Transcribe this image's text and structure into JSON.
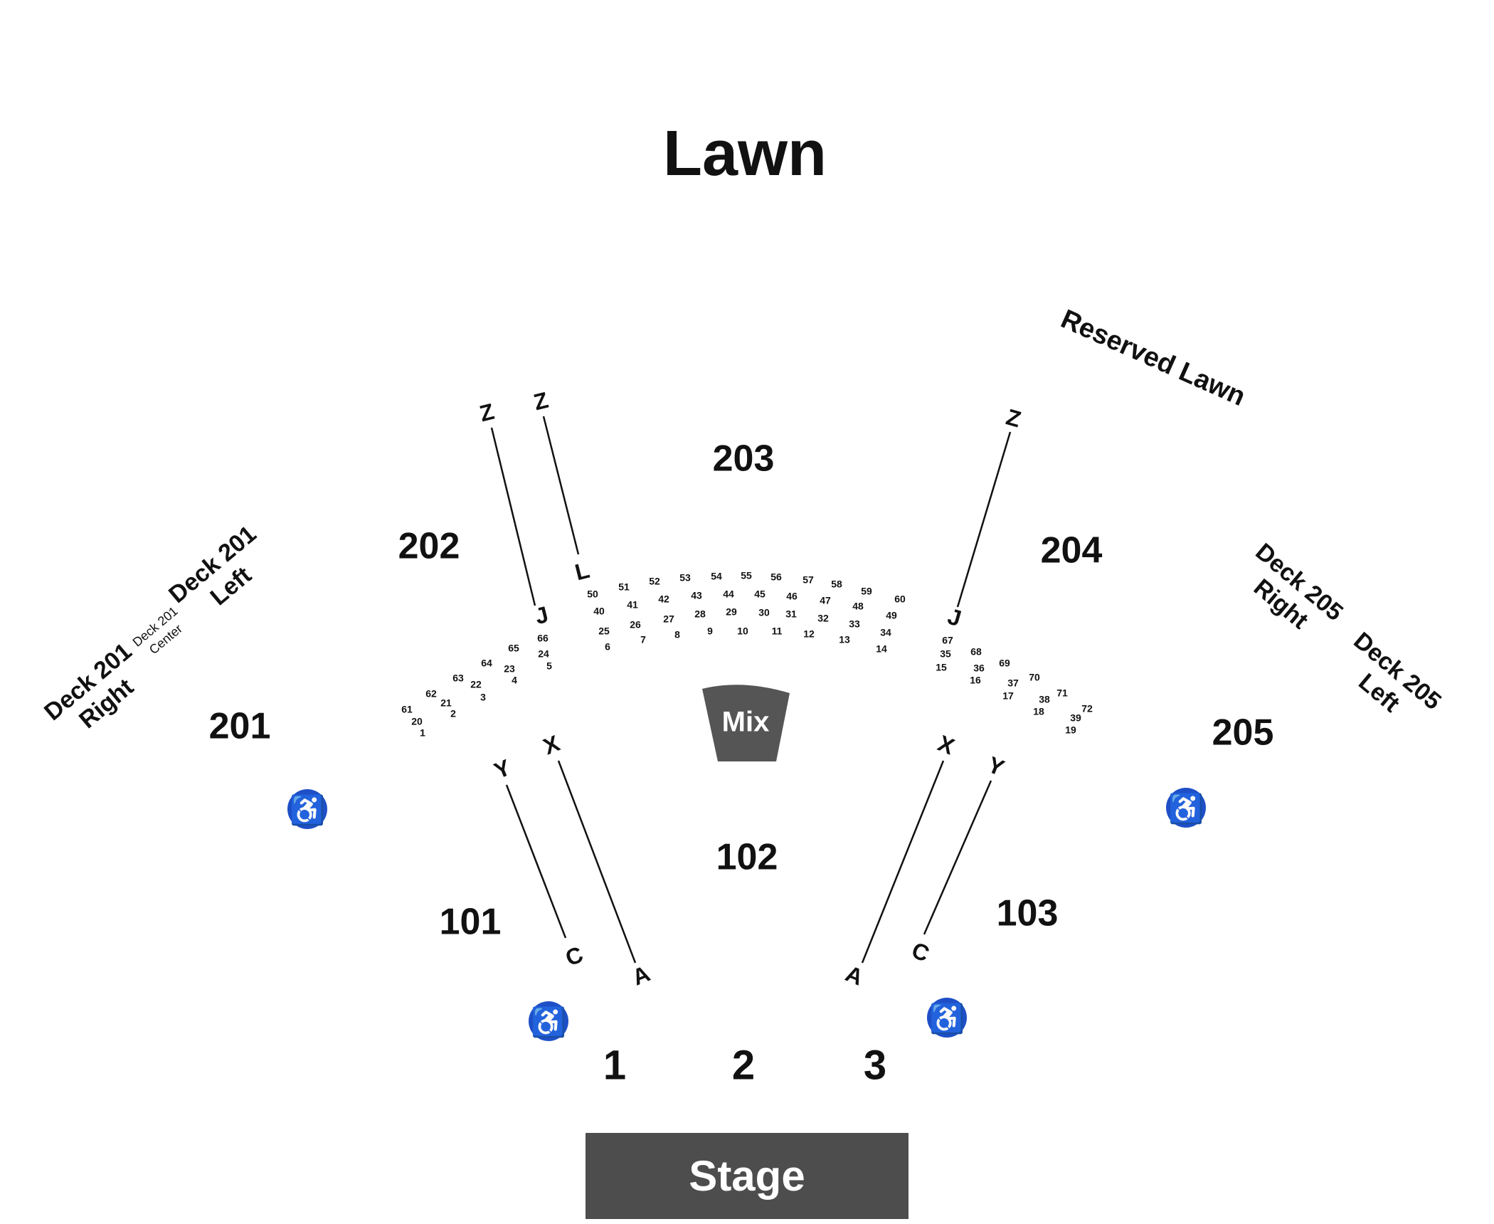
{
  "venue_map": {
    "lawn": "Lawn",
    "reserved_lawn": "Reserved Lawn",
    "stage": "Stage",
    "mix": "Mix",
    "sections": [
      "203",
      "202",
      "204",
      "201",
      "205",
      "102",
      "101",
      "103"
    ],
    "pits": [
      "1",
      "2",
      "3"
    ],
    "decks": {
      "d201_right": [
        "Deck 201",
        "Right"
      ],
      "d201_center": [
        "Deck 201",
        "Center"
      ],
      "d201_left": [
        "Deck 201",
        "Left"
      ],
      "d205_right": [
        "Deck 205",
        "Right"
      ],
      "d205_left": [
        "Deck 205",
        "Left"
      ]
    },
    "row_markers": {
      "left_outer_upper": [
        "Z",
        "J"
      ],
      "left_inner_upper": [
        "Z",
        "L"
      ],
      "right_upper": [
        "Z",
        "J"
      ],
      "left_outer_lower": [
        "Y",
        "C"
      ],
      "left_inner_lower": [
        "X",
        "A"
      ],
      "right_inner_lower": [
        "X",
        "A"
      ],
      "right_outer_lower": [
        "Y",
        "C"
      ]
    },
    "box_seats": {
      "left": [
        "61",
        "20",
        "1",
        "62",
        "21",
        "2",
        "63",
        "22",
        "3",
        "64",
        "23",
        "4",
        "65",
        "24",
        "5",
        "66"
      ],
      "center": [
        "50",
        "40",
        "25",
        "6",
        "51",
        "41",
        "26",
        "7",
        "52",
        "42",
        "27",
        "8",
        "53",
        "43",
        "28",
        "9",
        "54",
        "44",
        "29",
        "10",
        "55",
        "45",
        "30",
        "11",
        "56",
        "46",
        "31",
        "12",
        "57",
        "47",
        "32",
        "13",
        "58",
        "48",
        "33",
        "14",
        "59",
        "49",
        "34",
        "60"
      ],
      "right": [
        "67",
        "35",
        "15",
        "68",
        "36",
        "16",
        "69",
        "37",
        "17",
        "70",
        "38",
        "18",
        "71",
        "39",
        "19",
        "72"
      ]
    },
    "accessibility_icon": "wheelchair-icon",
    "colors": {
      "stage": "#4d4d4d",
      "mix": "#555555",
      "accessible": "#1e4fc7",
      "ink": "#111111"
    }
  }
}
